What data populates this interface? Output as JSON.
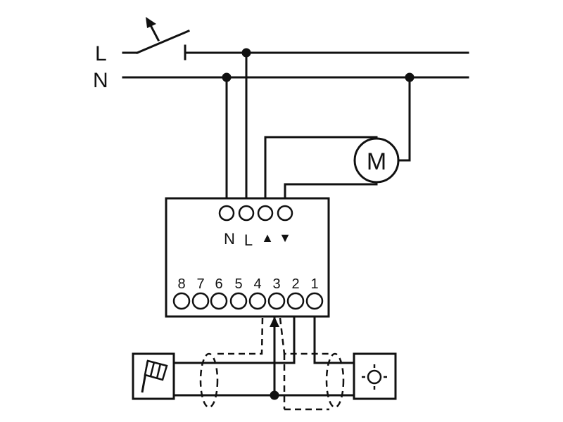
{
  "lines": {
    "phase_label": "L",
    "neutral_label": "N"
  },
  "motor": {
    "label": "M"
  },
  "actuator": {
    "top_terminals": [
      "N",
      "L",
      "▲",
      "▼"
    ],
    "bottom_terminals": [
      "8",
      "7",
      "6",
      "5",
      "4",
      "3",
      "2",
      "1"
    ]
  },
  "icons": {
    "switch": "manual-switch-icon",
    "wind_sensor": "wind-sensor-icon",
    "sun_sensor": "sun-sensor-icon"
  }
}
